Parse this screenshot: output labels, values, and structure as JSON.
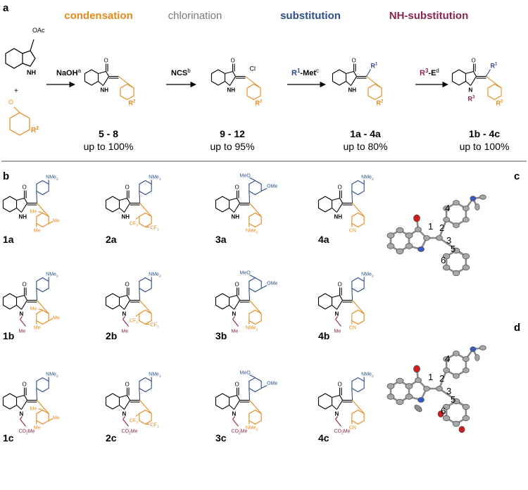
{
  "panels": {
    "a": "a",
    "b": "b",
    "c": "c",
    "d": "d"
  },
  "steps": {
    "condensation": "condensation",
    "chlorination": "chlorination",
    "substitution": "substitution",
    "nh_substitution": "NH-substitution"
  },
  "reagents": {
    "r1": "NaOH",
    "r1_sup": "a",
    "r2": "NCS",
    "r2_sup": "b",
    "r3": "R",
    "r3_supR": "1",
    "r3_tail": "-Met",
    "r3_sup": "c",
    "r4": "R",
    "r4_supR": "3",
    "r4_tail": "-E",
    "r4_sup": "d"
  },
  "scheme": {
    "oac": "OAc",
    "nh": "NH",
    "o": "O",
    "cl": "Cl",
    "n": "N",
    "plus": "+",
    "r": "R",
    "r1": "1",
    "r2": "2",
    "r3": "3"
  },
  "products": [
    {
      "label": "5 - 8",
      "yield": "up to 100%"
    },
    {
      "label": "9 - 12",
      "yield": "up to 95%"
    },
    {
      "label": "1a - 4a",
      "yield": "up to 80%"
    },
    {
      "label": "1b - 4c",
      "yield": "up to 100%"
    }
  ],
  "compounds": {
    "labels": [
      "1a",
      "2a",
      "3a",
      "4a",
      "1b",
      "2b",
      "3b",
      "4b",
      "1c",
      "2c",
      "3c",
      "4c"
    ],
    "group_nme2": "NMe",
    "sub2": "2",
    "group_me": "Me",
    "group_ome": "OMe",
    "group_meo": "MeO",
    "group_cf3": "CF",
    "sub3": "3",
    "group_cn": "CN",
    "group_co2me": "CO",
    "co2me_tail": "Me",
    "nh": "NH",
    "n": "N",
    "o": "O"
  },
  "crystal_numbers": [
    "1",
    "2",
    "3",
    "4",
    "5",
    "6"
  ],
  "colors": {
    "orange": "#e7891b",
    "blue": "#2e4d8c",
    "maroon": "#8b2452",
    "gray": "#7a7a7a",
    "atom_red": "#d11b1b",
    "atom_blue": "#3a57c9"
  }
}
